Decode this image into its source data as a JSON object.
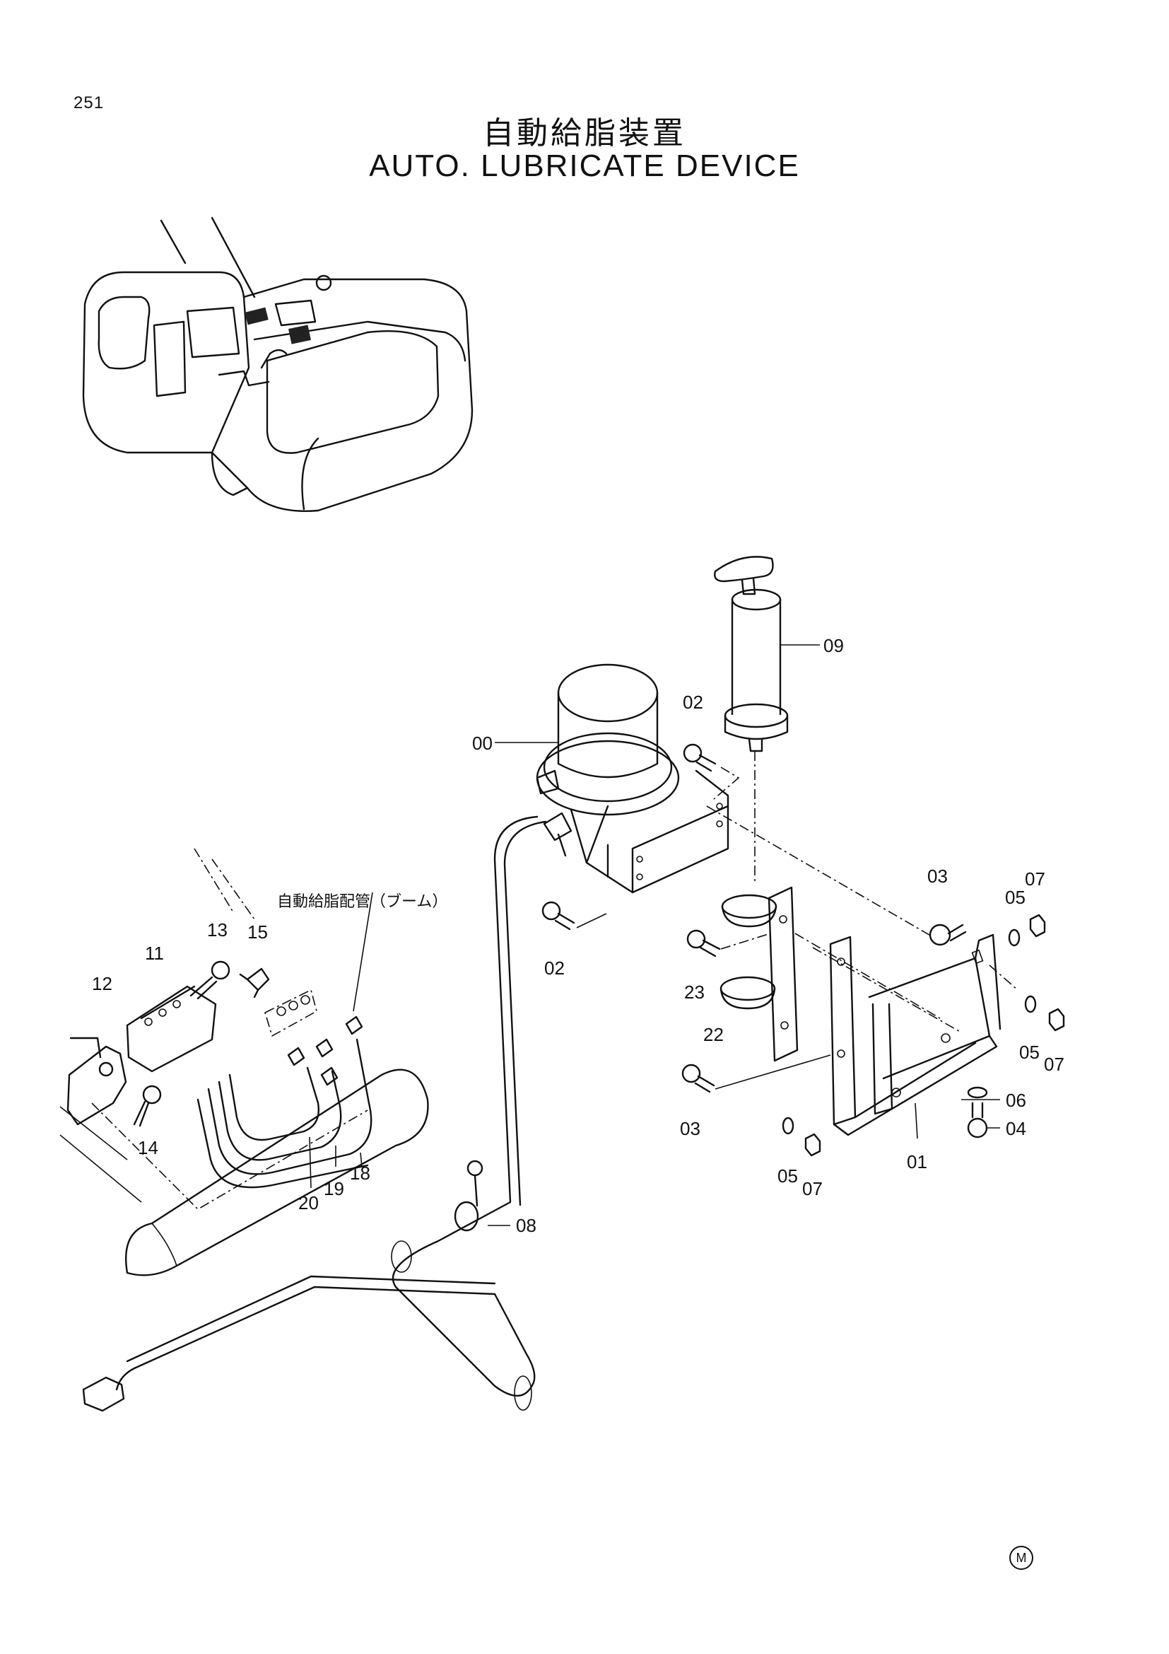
{
  "page_number": "251",
  "title_ja": "自動給脂装置",
  "title_en": "AUTO. LUBRICATE DEVICE",
  "note_ja": "自動給脂配管（ブーム）",
  "mark": "M",
  "callouts": {
    "c00": "00",
    "c01": "01",
    "c02a": "02",
    "c02b": "02",
    "c03a": "03",
    "c03b": "03",
    "c04": "04",
    "c05a": "05",
    "c05b": "05",
    "c05c": "05",
    "c06": "06",
    "c07a": "07",
    "c07b": "07",
    "c07c": "07",
    "c08": "08",
    "c09": "09",
    "c11": "11",
    "c12": "12",
    "c13": "13",
    "c14": "14",
    "c15": "15",
    "c18": "18",
    "c19": "19",
    "c20": "20",
    "c22": "22",
    "c23": "23"
  }
}
